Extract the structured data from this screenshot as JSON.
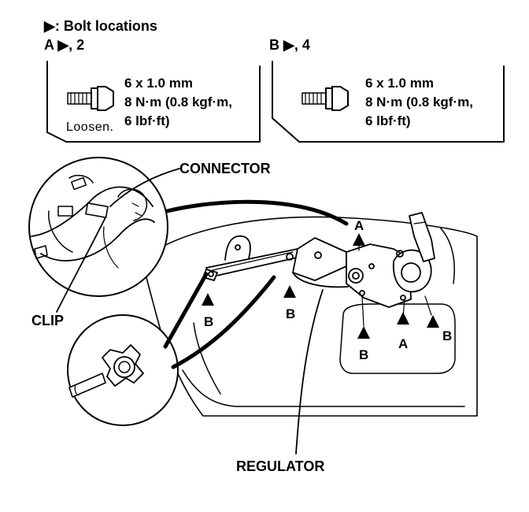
{
  "legend": {
    "symbol": "▶",
    "text": ": Bolt locations"
  },
  "groups": [
    {
      "id": "A",
      "header": "A ▶, 2",
      "spec_lines": [
        "6 x 1.0 mm",
        "8 N·m (0.8 kgf·m,",
        "6 lbf·ft)"
      ],
      "note": "Loosen."
    },
    {
      "id": "B",
      "header": "B ▶, 4",
      "spec_lines": [
        "6 x 1.0 mm",
        "8 N·m (0.8 kgf·m,",
        "6 lbf·ft)"
      ]
    }
  ],
  "callouts": {
    "connector": "CONNECTOR",
    "clip": "CLIP",
    "regulator": "REGULATOR"
  },
  "bolt_marks": [
    "A",
    "A",
    "B",
    "B",
    "B",
    "B"
  ]
}
